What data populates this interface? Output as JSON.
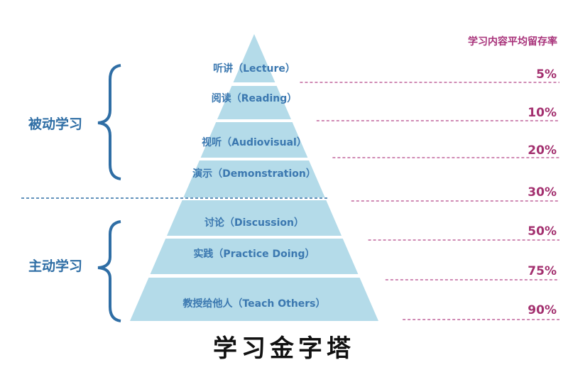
{
  "title": "学习金字塔",
  "retention_title": "学习内容平均留存率",
  "groups": [
    {
      "label": "被动学习"
    },
    {
      "label": "主动学习"
    }
  ],
  "tiers": [
    {
      "label": "听讲（Lecture）",
      "retention": "5%"
    },
    {
      "label": "阅读（Reading）",
      "retention": "10%"
    },
    {
      "label": "视听（Audiovisual）",
      "retention": "20%"
    },
    {
      "label": "演示（Demonstration）",
      "retention": "30%"
    },
    {
      "label": "讨论（Discussion）",
      "retention": "50%"
    },
    {
      "label": "实践（Practice Doing）",
      "retention": "75%"
    },
    {
      "label": "教授给他人（Teach Others）",
      "retention": "90%"
    }
  ],
  "colors": {
    "pyramid": "#b4dbe9",
    "label": "#3b78b0",
    "retention": "#a3306f",
    "divider": "#2f6ea5"
  }
}
